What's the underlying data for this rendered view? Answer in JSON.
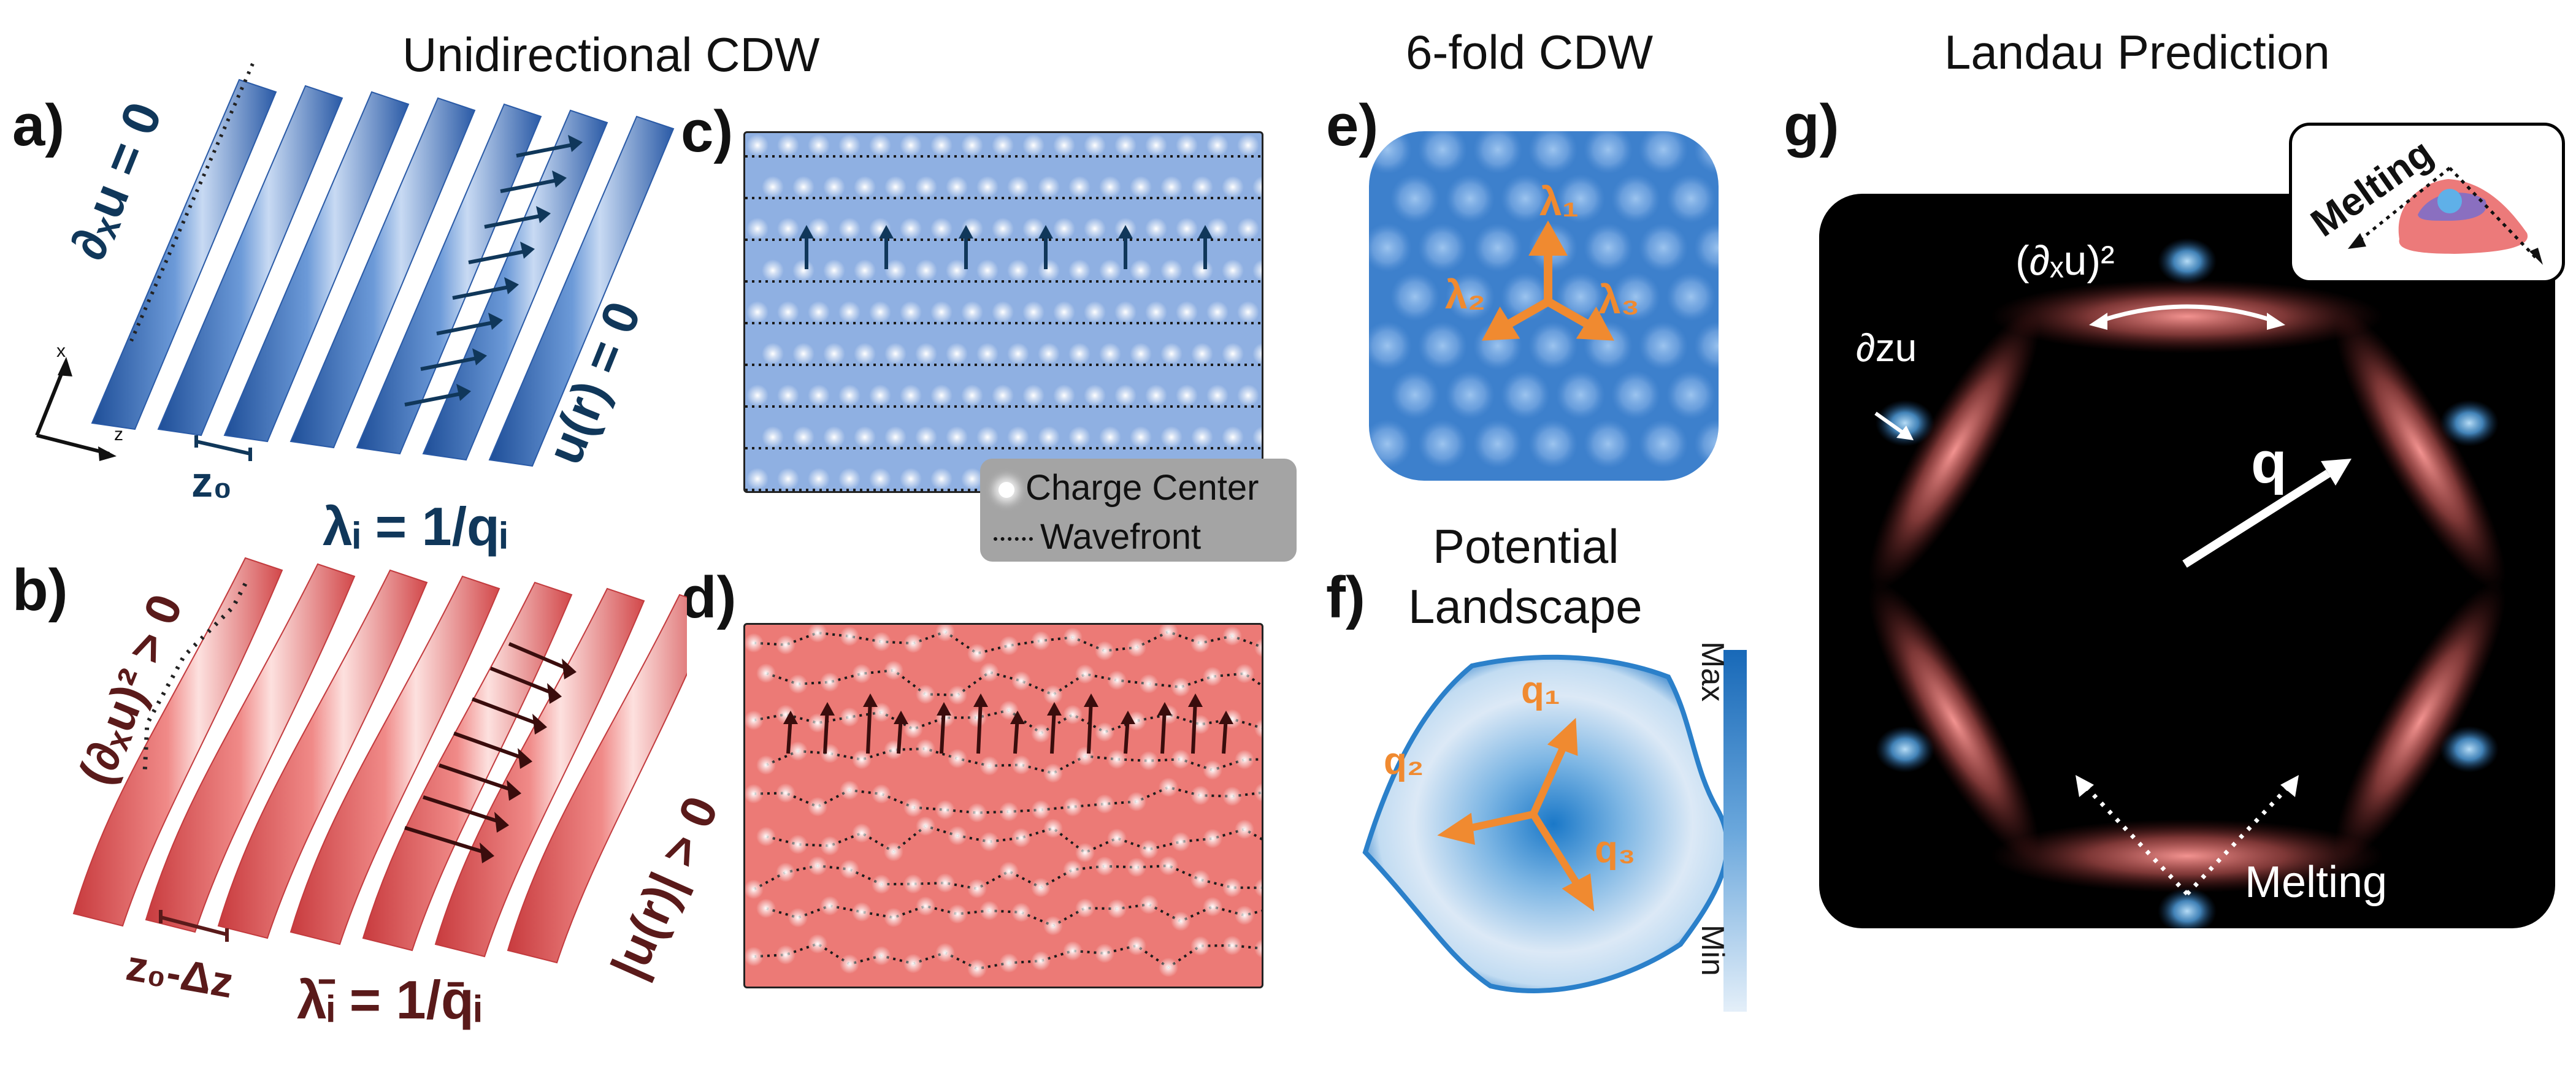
{
  "titles": {
    "unidirectional": "Unidirectional CDW",
    "sixfold": "6-fold CDW",
    "landau": "Landau Prediction",
    "potential_line1": "Potential",
    "potential_line2": "Landscape"
  },
  "panel_labels": {
    "a": "a)",
    "b": "b)",
    "c": "c)",
    "d": "d)",
    "e": "e)",
    "f": "f)",
    "g": "g)"
  },
  "panel_a": {
    "eq_dxu": "∂ₓu = 0",
    "eq_ur": "u(r) = 0",
    "eq_lambda": "λᵢ = 1/qᵢ",
    "z0": "z₀",
    "axis_x": "x",
    "axis_z": "z"
  },
  "panel_b": {
    "eq_dxu2": "(∂ₓu)² > 0",
    "eq_abs_ur": "|u(r)| > 0",
    "eq_lambda_bar": "λ̄ᵢ = 1/q̄ᵢ",
    "z0_dz": "z₀-Δz"
  },
  "legend": {
    "charge_center": "Charge Center",
    "wavefront": "Wavefront"
  },
  "panel_e": {
    "lambda1": "λ₁",
    "lambda2": "λ₂",
    "lambda3": "λ₃"
  },
  "panel_f": {
    "q1": "q₁",
    "q2": "q₂",
    "q3": "q₃",
    "max": "Max",
    "min": "Min"
  },
  "panel_g": {
    "dxu2": "(∂ₓu)²",
    "dzu": "∂zu",
    "q": "q",
    "melting_bottom": "Melting",
    "melting_inset": "Melting"
  },
  "colors": {
    "blue_surface": "#4f7ec4",
    "red_surface": "#ec6f6d",
    "orange_arrow": "#f08a30",
    "navy_text": "#10375a",
    "maroon_text": "#5a1a1a",
    "panel_g_bg": "#000000"
  }
}
